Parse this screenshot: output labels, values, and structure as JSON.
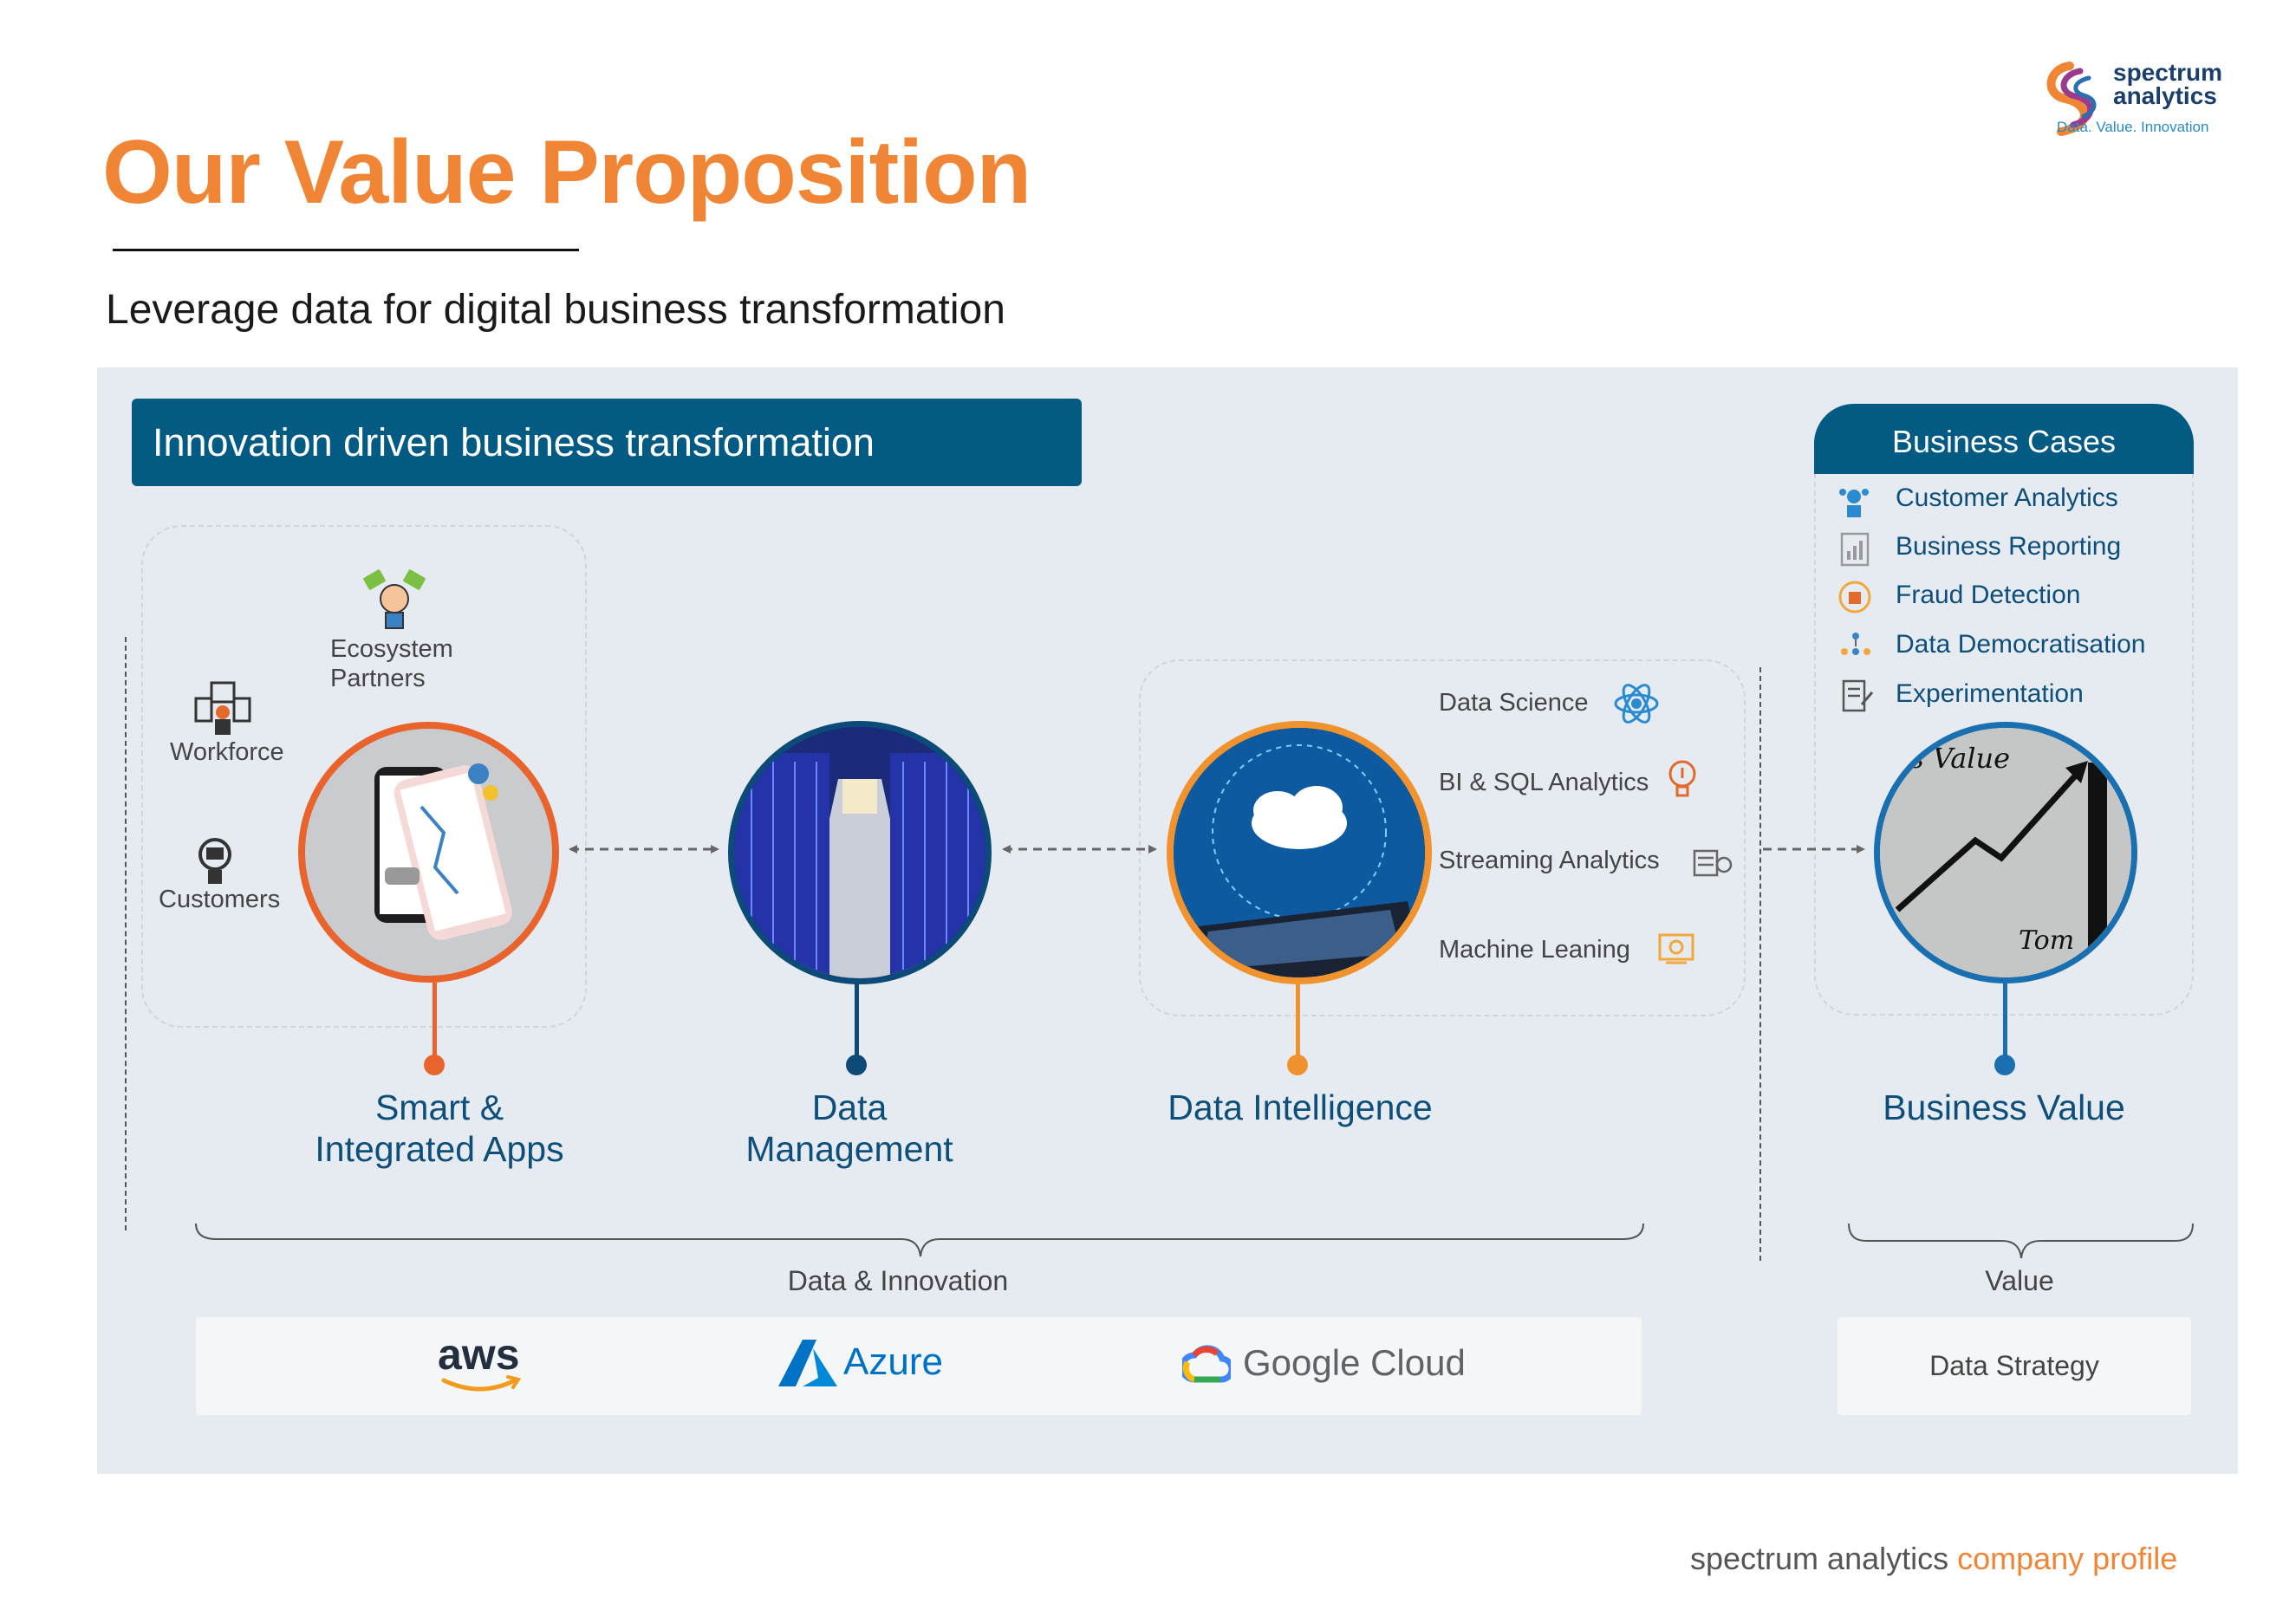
{
  "header": {
    "title": "Our Value Proposition",
    "subtitle": "Leverage data for digital business transformation"
  },
  "logo": {
    "name_line1": "spectrum",
    "name_line2": "analytics",
    "tagline": "Data. Value. Innovation"
  },
  "banner": {
    "text": "Innovation driven business transformation"
  },
  "stakeholders": {
    "ecosystem_line1": "Ecosystem",
    "ecosystem_line2": "Partners",
    "workforce": "Workforce",
    "customers": "Customers"
  },
  "stages": {
    "apps_line1": "Smart &",
    "apps_line2": "Integrated Apps",
    "data_line1": "Data",
    "data_line2": "Management",
    "intelligence": "Data Intelligence",
    "value": "Business Value"
  },
  "capabilities": {
    "data_science": "Data Science",
    "bi_sql": "BI & SQL Analytics",
    "streaming": "Streaming  Analytics",
    "ml": "Machine Leaning"
  },
  "business_cases": {
    "heading": "Business Cases",
    "items": [
      "Customer Analytics",
      "Business Reporting",
      "Fraud Detection",
      "Data Democratisation",
      "Experimentation"
    ]
  },
  "value_image": {
    "text_top": "ss Value",
    "text_bottom": "Tom"
  },
  "brackets": {
    "left_caption": "Data & Innovation",
    "right_caption": "Value"
  },
  "platforms": {
    "aws": "aws",
    "azure": "Azure",
    "google": "Google Cloud"
  },
  "strategy": "Data Strategy",
  "footer": {
    "part1": "spectrum analytics ",
    "part2": "company profile"
  },
  "colors": {
    "accent_orange": "#f08536",
    "banner_blue": "#035a82",
    "label_blue": "#0d4f7a",
    "panel_bg": "#e6ebf1"
  }
}
